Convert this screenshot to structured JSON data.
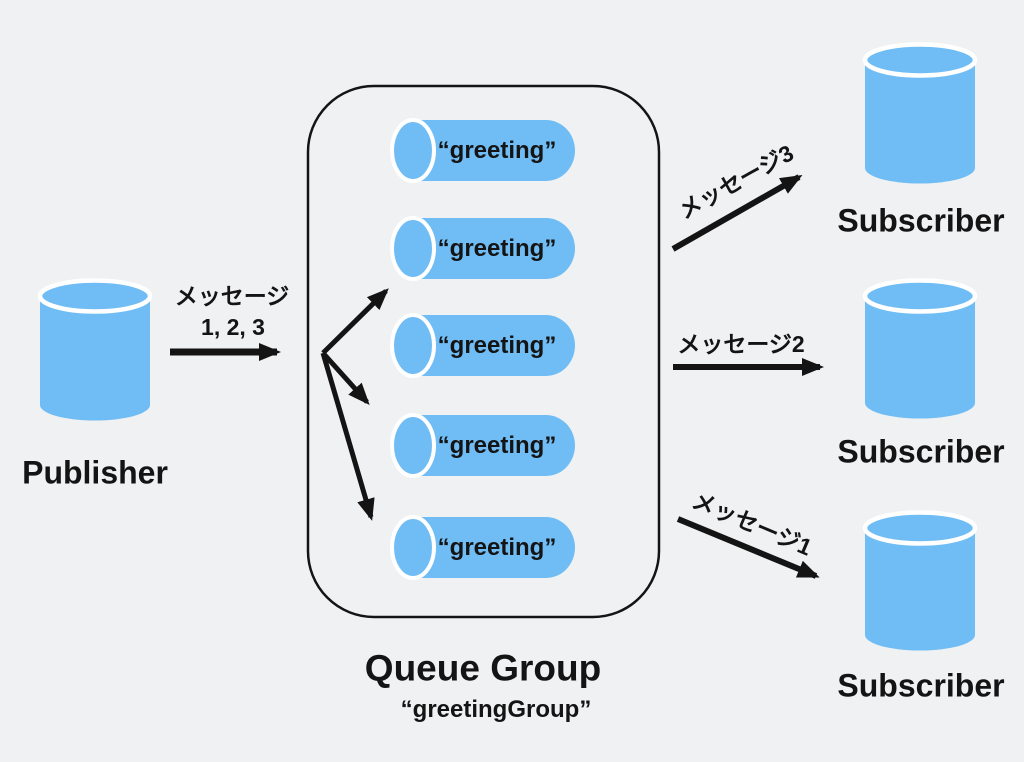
{
  "diagram": {
    "type": "queue-group-pubsub",
    "colors": {
      "background": "#f0f1f3",
      "cylinder_blue": "#70bdf5",
      "line_black": "#141414",
      "gap_white": "#ffffff"
    },
    "publisher": {
      "label": "Publisher"
    },
    "incoming_message": {
      "line1": "メッセージ",
      "line2": "1, 2, 3"
    },
    "queue_group": {
      "title": "Queue Group",
      "name": "“greetingGroup”",
      "queues": [
        {
          "label": "“greeting”"
        },
        {
          "label": "“greeting”"
        },
        {
          "label": "“greeting”"
        },
        {
          "label": "“greeting”"
        },
        {
          "label": "“greeting”"
        }
      ]
    },
    "outgoing_messages": [
      {
        "label": "メッセージ3"
      },
      {
        "label": "メッセージ2"
      },
      {
        "label": "メッセージ1"
      }
    ],
    "subscribers": [
      {
        "label": "Subscriber"
      },
      {
        "label": "Subscriber"
      },
      {
        "label": "Subscriber"
      }
    ]
  }
}
